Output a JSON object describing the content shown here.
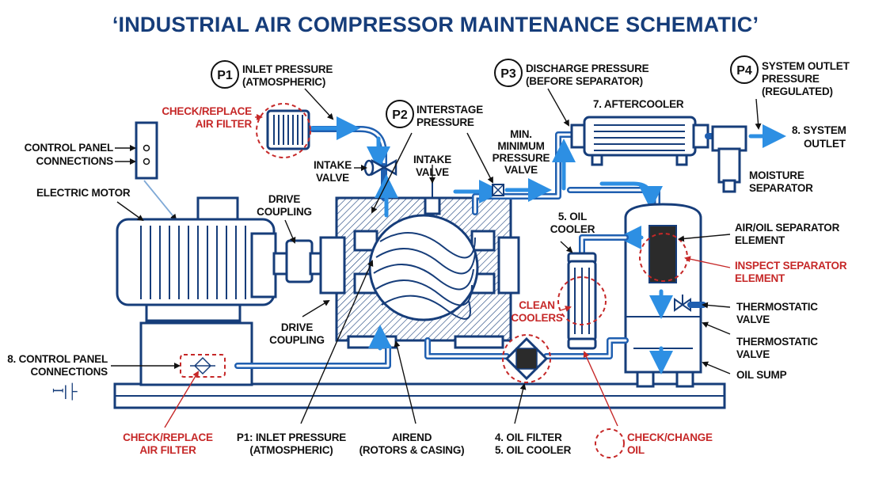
{
  "title": "‘INDUSTRIAL AIR COMPRESSOR MAINTENANCE SCHEMATIC’",
  "colors": {
    "navy": "#163d7a",
    "pipe": "#1f5fb0",
    "flow": "#2d8fe3",
    "alert": "#c62828"
  },
  "points": {
    "p1": {
      "id": "P1",
      "line1": "INLET PRESSURE",
      "line2": "(ATMOSPHERIC)"
    },
    "p2": {
      "id": "P2",
      "line1": "INTERSTAGE",
      "line2": "PRESSURE"
    },
    "p3": {
      "id": "P3",
      "line1": "DISCHARGE PRESSURE",
      "line2": "(BEFORE SEPARATOR)"
    },
    "p4": {
      "id": "P4",
      "line1": "SYSTEM OUTLET",
      "line2": "PRESSURE",
      "line3": "(REGULATED)"
    }
  },
  "labels": {
    "check_filter_top": [
      "CHECK/REPLACE",
      "AIR FILTER"
    ],
    "control_panel": [
      "CONTROL PANEL",
      "CONNECTIONS"
    ],
    "electric_motor": "ELECTRIC MOTOR",
    "drive_coupling_top": [
      "DRIVE",
      "COUPLING"
    ],
    "intake_valve_left": [
      "INTAKE",
      "VALVE"
    ],
    "intake_valve_right": [
      "INTAKE",
      "VALVE"
    ],
    "min_pressure_valve": [
      "MIN.",
      "MINIMUM",
      "PRESSURE",
      "VALVE"
    ],
    "aftercooler": "7. AFTERCOOLER",
    "system_outlet": [
      "8. SYSTEM",
      "OUTLET"
    ],
    "moisture_separator": [
      "MOISTURE",
      "SEPARATOR"
    ],
    "oil_cooler": [
      "5. OIL",
      "COOLER"
    ],
    "separator_element": [
      "AIR/OIL SEPARATOR",
      "ELEMENT"
    ],
    "inspect_separator": [
      "INSPECT SEPARATOR",
      "ELEMENT"
    ],
    "clean_coolers": [
      "CLEAN",
      "COOLERS"
    ],
    "thermo_valve_1": [
      "THERMOSTATIC",
      "VALVE"
    ],
    "thermo_valve_2": [
      "THERMOSTATIC",
      "VALVE"
    ],
    "oil_sump": "OIL SUMP",
    "drive_coupling_bottom": [
      "DRIVE",
      "COUPLING"
    ],
    "control_panel_8": [
      "8. CONTROL PANEL",
      "CONNECTIONS"
    ],
    "check_filter_bottom": [
      "CHECK/REPLACE",
      "AIR FILTER"
    ],
    "p1_bottom": [
      "P1: INLET PRESSURE",
      "(ATMOSPHERIC)"
    ],
    "airend": [
      "AIREND",
      "(ROTORS & CASING)"
    ],
    "oil_filter_cooler": [
      "4. OIL FILTER",
      "5. OIL COOLER"
    ],
    "check_change_oil": [
      "CHECK/CHANGE",
      "OIL"
    ],
    "symbol": "ꟷ|├"
  }
}
